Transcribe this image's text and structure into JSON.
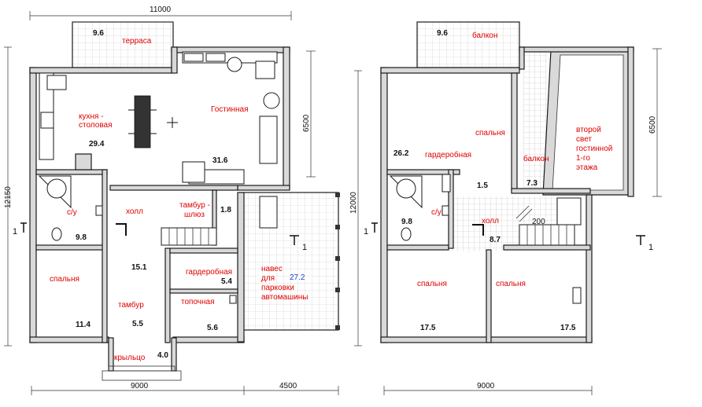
{
  "floor1": {
    "dims": {
      "top": "11000",
      "bottom": "9000",
      "bottom_right": "4500",
      "left": "12150",
      "right": "6500"
    },
    "axis_left": "1",
    "axis_right": "1",
    "rooms": {
      "terrace": {
        "label": "терраса",
        "area": "9.6"
      },
      "kitchen": {
        "label_line1": "кухня -",
        "label_line2": "столовая",
        "area": "29.4"
      },
      "living": {
        "label": "Гостинная",
        "area": "31.6"
      },
      "bathroom": {
        "label": "с/у",
        "area": "9.8"
      },
      "hall": {
        "label": "холл",
        "area": "15.1"
      },
      "airlock": {
        "label_line1": "тамбур -",
        "label_line2": "шлюз",
        "area": "1.8"
      },
      "bedroom": {
        "label": "спальня",
        "area": "11.4"
      },
      "wardrobe": {
        "label": "гардеробная",
        "area": "5.4"
      },
      "vestibule": {
        "label": "тамбур",
        "area": "5.5"
      },
      "furnace": {
        "label": "топочная",
        "area": "5.6"
      },
      "porch": {
        "label": "крыльцо",
        "area": "4.0"
      },
      "carport": {
        "label_line1": "навес",
        "label_line2": "для",
        "label_line3": "парковки",
        "label_line4": "автомашины",
        "area": "27.2"
      }
    }
  },
  "floor2": {
    "dims": {
      "bottom": "9000",
      "left": "12000",
      "right": "6500",
      "stair": "200"
    },
    "axis_left": "1",
    "axis_right": "1",
    "rooms": {
      "balcony_top": {
        "label": "балкон",
        "area": "9.6"
      },
      "bedroom_top": {
        "label": "спальня",
        "area": "26.2"
      },
      "dressing": {
        "label": "гардеробная",
        "area": "1.5"
      },
      "balcony_side": {
        "label": "балкон",
        "area": "7.3"
      },
      "second_light": {
        "line1": "второй",
        "line2": "свет",
        "line3": "гостинной",
        "line4": "1-го",
        "line5": "этажа"
      },
      "bathroom": {
        "label": "с/у",
        "area": "9.8"
      },
      "hall": {
        "label": "холл",
        "area": "8.7"
      },
      "bedroom_left": {
        "label": "спальня",
        "area": "17.5"
      },
      "bedroom_right": {
        "label": "спальня",
        "area": "17.5"
      }
    }
  }
}
